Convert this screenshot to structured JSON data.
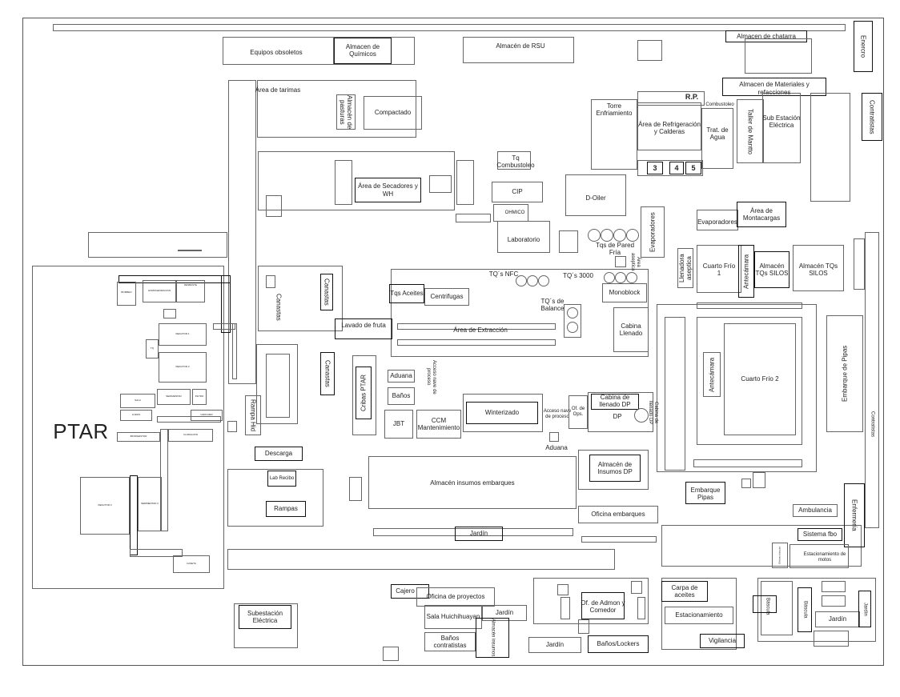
{
  "areas": {
    "equipos_obsoletos": "Equipos obsoletos",
    "almacen_quimicos": "Almacen de Químicos",
    "almacen_rsu": "Almacén de RSU",
    "almacen_chatarra": "Almacen de chatarra",
    "enercro": "Enercro",
    "contratistas_top": "Contratistas",
    "area_tarimas": "Área de tarimas",
    "almacen_pasturas": "Almacén de pasturas",
    "compactado": "Compactado",
    "almacen_materiales": "Almacen de Materiales y refacciones",
    "rp": "R.P.",
    "combustoleo": "Combustoleo",
    "torre_enfriamiento": "Torre Enfriamiento",
    "refrigeracion_calderas": "Área de Refrigeración y Calderas",
    "trat_agua": "Trat. de Agua",
    "taller_mantto": "Taller de Mantto",
    "sub_estacion": "Sub Estación Eléctrica",
    "num3": "3",
    "num4": "4",
    "num5": "5",
    "tq_combustoleo": "Tq Combustoleo",
    "secadores": "Área de Secadores y WH",
    "cip": "CIP",
    "ohmico": "OHMICO",
    "d_oiler": "D-Oiler",
    "laboratorio": "Laboratorio",
    "evaporadores_v": "Evaporadores",
    "evaporadores": "Evaporadores",
    "area_montacargas": "Área de Montacargas",
    "tqs_pared_fria": "Tqs de Pared Fría",
    "area_aseptica": "Área aseptica",
    "llenadora_aseptica": "Llenadora aseptica",
    "cuarto_frio1": "Cuarto Frío 1",
    "antecamara1": "Antecámara",
    "almacen_silos1": "Almacén TQs SILOS",
    "almacen_silos2": "Almacén TQs SILOS",
    "canastas1": "Canastas",
    "canastas_left": "Canastas",
    "tqs_aceites": "Tqs Aceites",
    "centrifugas": "Centrifugas",
    "tqs_nfc": "TQ´s NFC",
    "tqs_3000": "TQ´s 3000",
    "monoblock": "Monoblock",
    "tqs_balance": "TQ´s de Balance",
    "area_extraccion": "Área de Extracción",
    "lavado_fruta": "Lavado de fruta",
    "cabina_llenado": "Cabina Llenado",
    "cuarto_frio2": "Cuarto Frío 2",
    "antecamara2": "Antecámara",
    "embarque_pipas": "Embarque de Pipas",
    "canastas2": "Canastas",
    "cribas_ptar": "Cribas PTAR",
    "aduana1": "Aduana",
    "acceso_nave1": "Acceso nave de proceso",
    "banos": "Baños",
    "rampa_hid": "Rampa Hid",
    "jbt": "JBT",
    "ccm": "CCM Mantenimiento",
    "winterizado": "Winterizado",
    "acceso_nave2": "Acceso nave de proceso",
    "of_ops": "Of. de Ops.",
    "cabina_llenado_dp": "Cabina de llenado DP",
    "dp": "DP",
    "cabina_llenado_dp2": "Cabina de llenado DP",
    "aduana2": "Aduana",
    "ptar": "PTAR",
    "descarga": "Descarga",
    "lab_recibo": "Lab Recibo",
    "rampas": "Rampas",
    "almacen_insumos_emb": "Almacén insumos embarques",
    "almacen_insumos_dp": "Almacén de Insumos DP",
    "embarque_pipas2": "Embarque Pipas",
    "oficina_embarques": "Oficina embarques",
    "ambulancia": "Ambulancia",
    "enfermeria": "Enfermería",
    "sistema_fbo": "Sistema fbo",
    "estacionamiento_motos": "Estacionamiento de motos",
    "oficinas_bascula": "Oficinas báscula",
    "jardin1": "Jardín",
    "cajero": "Cajero",
    "oficina_proyectos": "Oficina de proyectos",
    "sala": "Sala Huichihuayan",
    "jardin2": "Jardín",
    "of_admon": "Of. de Admon y Comedor",
    "carpa_aceites": "Carpa de aceites",
    "estacionamiento": "Estacionamiento",
    "bascula1": "Báscula",
    "bascula2": "Báscula",
    "jardin3": "Jardín",
    "jardin4": "Jardín",
    "subestacion": "Subestación Eléctrica",
    "banos_contratistas": "Baños contratistas",
    "almacen_insumos_v": "Almacén insumos",
    "jardin5": "Jardín",
    "banos_lockers": "Baños/Lockers",
    "vigilancia": "Vigilancia",
    "contratistas_right": "Contratistas"
  },
  "ptar_small": {
    "p1": "BOMBEO",
    "p2": "HOMOGENIZACION",
    "p3": "DESBASTE",
    "p4": "REACTOR 1",
    "p5": "REACTOR 2",
    "p6": "SEDIMENTAD",
    "p7": "SALA",
    "p8": "LODOS",
    "p9": "BIODIGESTOR",
    "p10": "CLORACION",
    "p11": "REACTOR 3",
    "p12": "SEDIMENTAD 2",
    "p13": "CASETA",
    "p14": "FILTRO",
    "p15": "TQ",
    "p16": "CARCAMO"
  }
}
